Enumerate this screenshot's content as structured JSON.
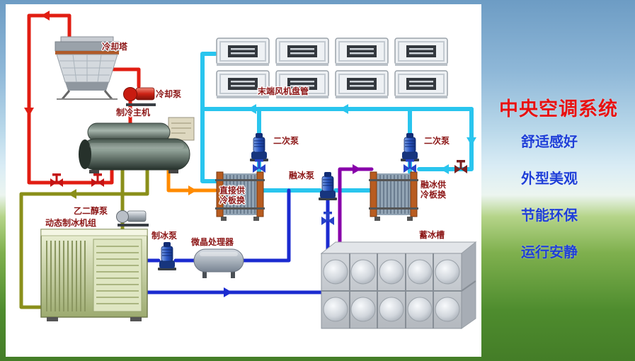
{
  "panel": {
    "title": "中央空调系统",
    "title_color": "#e81111",
    "feature_color": "#1f3fd8",
    "features": [
      "舒适感好",
      "外型美观",
      "节能环保",
      "运行安静"
    ]
  },
  "diagram": {
    "labels": {
      "cooling_tower": "冷却塔",
      "cooling_pump": "冷却泵",
      "chiller": "制冷主机",
      "fan_coil": "末端风机盘管",
      "secondary_pump_left": "二次泵",
      "secondary_pump_right": "二次泵",
      "melt_pump": "融冰泵",
      "direct_hx_line1": "直接供",
      "direct_hx_line2": "冷板换",
      "melt_hx_line1": "融冰供",
      "melt_hx_line2": "冷板换",
      "glycol_pump": "乙二醇泵",
      "ice_maker": "动态制冰机组",
      "ice_pump": "制冰泵",
      "processor": "微晶处理器",
      "ice_tank": "蓄冰槽"
    },
    "pipe_colors": {
      "condenser": "#e11d12",
      "chilled": "#29c5ee",
      "ice_water": "#1b2bd0",
      "melt": "#8800aa",
      "direct": "#ff8a00",
      "glycol": "#8a8f1a",
      "valve_red": "#c41414",
      "valve_blue": "#2742c8",
      "valve_dark": "#7a2020"
    }
  }
}
